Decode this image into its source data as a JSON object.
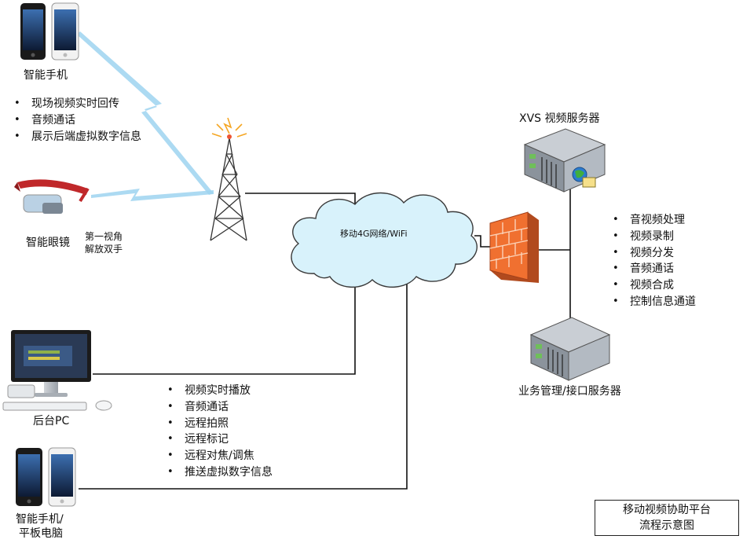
{
  "devices": {
    "smartphone": {
      "label": "智能手机"
    },
    "glasses": {
      "label": "智能眼镜",
      "note_line1": "第一视角",
      "note_line2": "解放双手"
    },
    "pc": {
      "label": "后台PC"
    },
    "tablet": {
      "label_line1": "智能手机/",
      "label_line2": "平板电脑"
    }
  },
  "lists": {
    "phone_features": [
      "现场视频实时回传",
      "音频通话",
      "展示后端虚拟数字信息"
    ],
    "server_features": [
      "音视频处理",
      "视频录制",
      "视频分发",
      "音频通话",
      "视频合成",
      "控制信息通道"
    ],
    "pc_features": [
      "视频实时播放",
      "音频通话",
      "远程拍照",
      "远程标记",
      "远程对焦/调焦",
      "推送虚拟数字信息"
    ]
  },
  "network": {
    "label": "移动4G网络/WiFi"
  },
  "servers": {
    "xvs": "XVS 视频服务器",
    "business": "业务管理/接口服务器"
  },
  "title": {
    "line1": "移动视频协助平台",
    "line2": "流程示意图"
  },
  "colors": {
    "cloud_fill": "#d8f2fb",
    "cloud_stroke": "#3a3a3a",
    "firewall": "#f07030",
    "wireless": "#9dd3f0"
  }
}
